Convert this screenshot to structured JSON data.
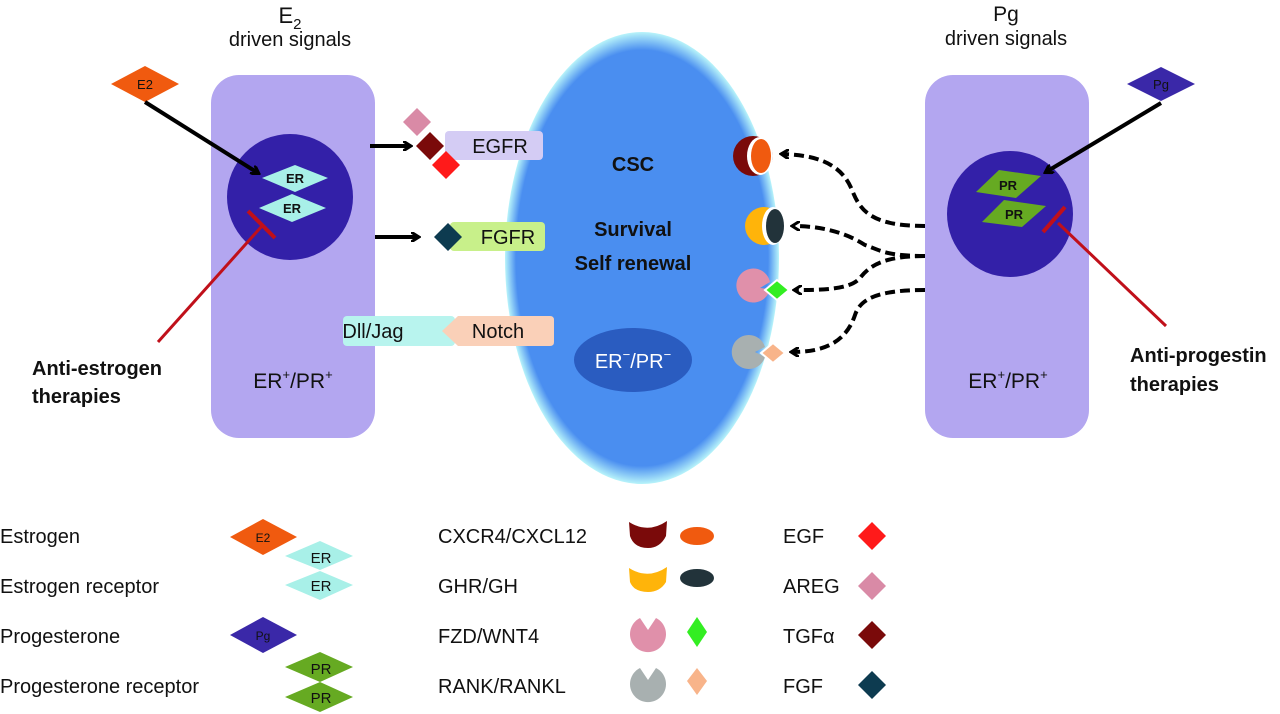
{
  "left_panel": {
    "header_main": "E",
    "header_sub": "2",
    "header_line2": "driven signals",
    "hormone_label": "E2",
    "receptor_label_1": "ER",
    "receptor_label_2": "ER",
    "cell_label_main": "ER",
    "cell_label_sup1": "+",
    "cell_label_mid": "/PR",
    "cell_label_sup2": "+",
    "therapy_line1": "Anti-estrogen",
    "therapy_line2": "therapies"
  },
  "right_panel": {
    "header_line1": "Pg",
    "header_line2": "driven signals",
    "hormone_label": "Pg",
    "receptor_label_1": "PR",
    "receptor_label_2": "PR",
    "cell_label_main": "ER",
    "cell_label_sup1": "+",
    "cell_label_mid": "/PR",
    "cell_label_sup2": "+",
    "therapy_line1": "Anti-progestin",
    "therapy_line2": "therapies"
  },
  "center": {
    "title": "CSC",
    "line1": "Survival",
    "line2": "Self renewal",
    "inner_main": "ER",
    "inner_sup1": "−",
    "inner_mid": "/PR",
    "inner_sup2": "−"
  },
  "receptors": {
    "egfr": "EGFR",
    "fgfr": "FGFR",
    "dll_jag": "Dll/Jag",
    "notch": "Notch"
  },
  "legend": {
    "col1": [
      {
        "label": "Estrogen",
        "symbol": "E2"
      },
      {
        "label": "Estrogen receptor",
        "symbol": "ER"
      },
      {
        "label": "Progesterone",
        "symbol": "Pg"
      },
      {
        "label": "Progesterone receptor",
        "symbol": "PR"
      }
    ],
    "col2": [
      {
        "label": "CXCR4/CXCL12"
      },
      {
        "label": "GHR/GH"
      },
      {
        "label": "FZD/WNT4"
      },
      {
        "label": "RANK/RANKL"
      }
    ],
    "col3": [
      {
        "label": "EGF",
        "color": "#ff1a1a"
      },
      {
        "label": "AREG",
        "color": "#d98aa6"
      },
      {
        "label": "TGFα",
        "color": "#7a0a0a"
      },
      {
        "label": "FGF",
        "color": "#0d3b50"
      }
    ]
  },
  "colors": {
    "cell": "#b3a6f0",
    "nucleus": "#3320a8",
    "csc": "#4a8ef0",
    "csc_inner": "#2a5cc0",
    "estrogen": "#f05a0f",
    "er": "#a8f0e8",
    "progesterone": "#3a28a8",
    "pr": "#66aa22",
    "therapy": "#c0101a",
    "egfr_box": "#d4ccf4",
    "fgfr_box": "#c8f08a",
    "dll_box": "#b8f4ee",
    "notch_box": "#fad0b8",
    "cxcr4": "#7a0a0a",
    "cxcl12": "#f05a0f",
    "ghr": "#ffb40a",
    "gh": "#22333a",
    "fzd": "#e090aa",
    "wnt4": "#33ee22",
    "rank": "#a8b0b0",
    "rankl": "#f8b48a"
  }
}
